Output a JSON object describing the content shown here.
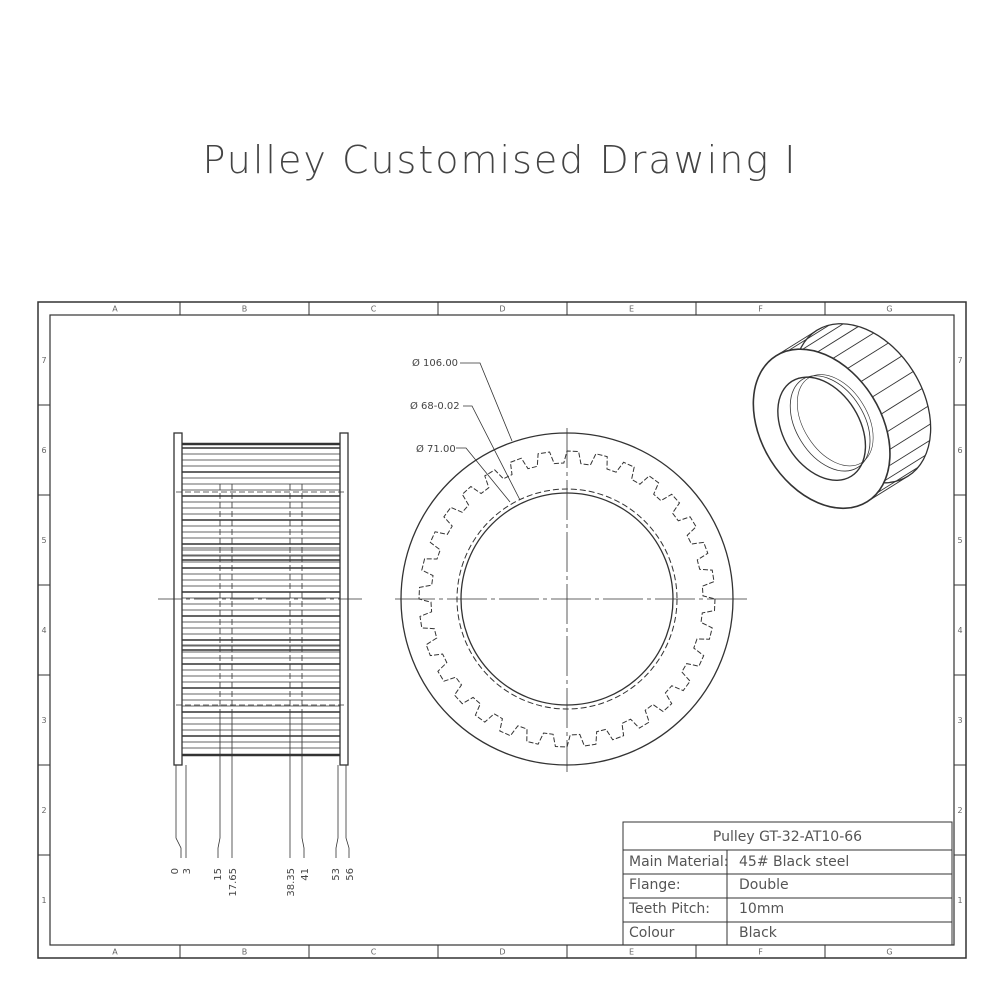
{
  "title": "Pulley Customised Drawing I",
  "border": {
    "columns": [
      "A",
      "B",
      "C",
      "D",
      "E",
      "F",
      "G"
    ],
    "rows": [
      "7",
      "6",
      "5",
      "4",
      "3",
      "2",
      "1"
    ]
  },
  "dimensions": {
    "outer_diameter": "Ø 106.00",
    "bore_diameter": "Ø 68-0.02",
    "pitch_diameter": "Ø 71.00",
    "axial": [
      "0",
      "3",
      "15",
      "17.65",
      "38.35",
      "41",
      "53",
      "56"
    ]
  },
  "title_block": {
    "part_name": "Pulley GT-32-AT10-66",
    "rows": [
      {
        "label": "Main Material:",
        "value": "45# Black steel"
      },
      {
        "label": "Flange:",
        "value": "Double"
      },
      {
        "label": "Teeth Pitch:",
        "value": "10mm"
      },
      {
        "label": "Colour",
        "value": "Black"
      }
    ]
  }
}
